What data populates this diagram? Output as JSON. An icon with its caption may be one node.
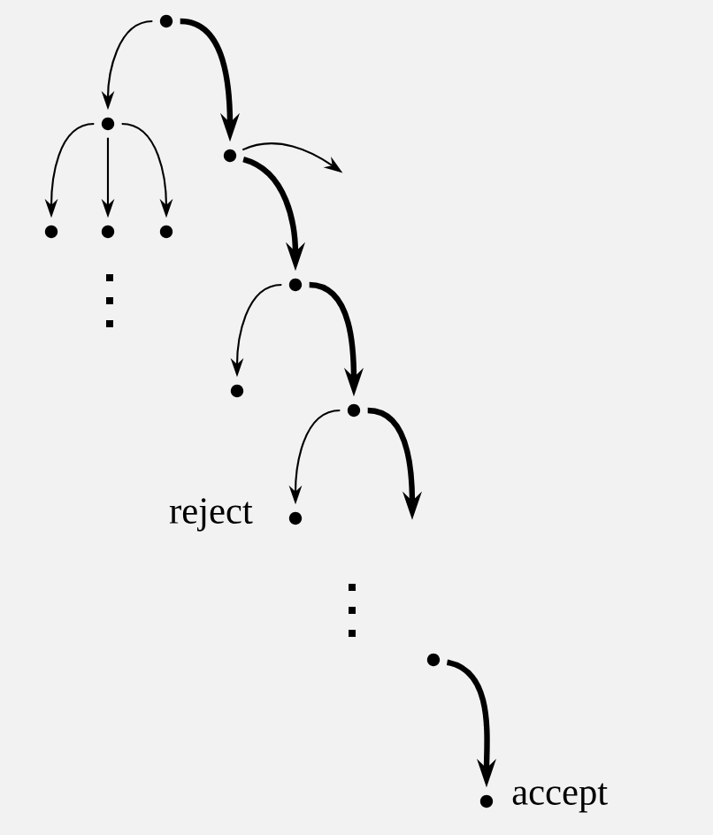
{
  "diagram": {
    "nodes": [
      {
        "text": [],
        "shape": "circle"
      },
      {
        "text": [],
        "shape": "circle"
      },
      {
        "text": [],
        "shape": "circle"
      },
      {
        "text": [],
        "shape": "circle"
      },
      {
        "text": [],
        "shape": "circle"
      },
      {
        "text": [],
        "shape": "circle"
      },
      {
        "text": [],
        "shape": "circle"
      },
      {
        "text": [],
        "shape": "circle"
      },
      {
        "text": [],
        "shape": "circle"
      },
      {
        "text": [],
        "shape": "circle",
        "beside": [
          "reject"
        ]
      },
      {
        "text": [],
        "shape": "circle"
      },
      {
        "text": [],
        "shape": "circle",
        "beside": [
          "accept"
        ]
      }
    ],
    "edges": [
      {
        "from": 0,
        "to": 1,
        "arrow": "to"
      },
      {
        "from": 0,
        "to": 5,
        "arrow": "to",
        "style": "thick"
      },
      {
        "from": 1,
        "to": 2,
        "arrow": "to"
      },
      {
        "from": 1,
        "to": 3,
        "arrow": "to"
      },
      {
        "from": 1,
        "to": 4,
        "arrow": "to"
      },
      {
        "from": 5,
        "to": null,
        "arrow": "to"
      },
      {
        "from": 5,
        "to": 6,
        "arrow": "to",
        "style": "thick"
      },
      {
        "from": 6,
        "to": 7,
        "arrow": "to"
      },
      {
        "from": 6,
        "to": 8,
        "arrow": "to",
        "style": "thick"
      },
      {
        "from": 8,
        "to": 9,
        "arrow": "to"
      },
      {
        "from": 8,
        "to": null,
        "arrow": "to",
        "style": "thick"
      },
      {
        "from": 10,
        "to": 11,
        "arrow": "to",
        "style": "thick"
      }
    ]
  }
}
